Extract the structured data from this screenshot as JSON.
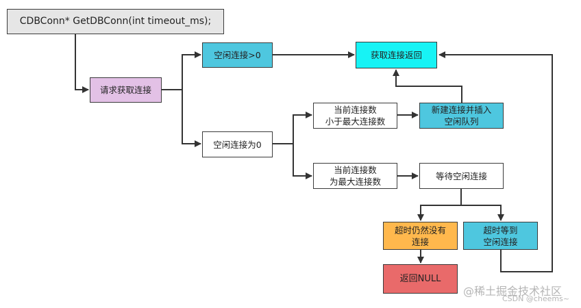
{
  "nodes": {
    "signature": "CDBConn*  GetDBConn(int timeout_ms);",
    "request": "请求获取连接",
    "idle_gt0": "空闲连接>0",
    "return_conn": "获取连接返回",
    "idle_eq0": "空闲连接为0",
    "less_than_max": "当前连接数\n小于最大连接数",
    "new_conn": "新建连接并插入\n空闲队列",
    "equal_max": "当前连接数\n为最大连接数",
    "wait_idle": "等待空闲连接",
    "timeout_none": "超时仍然没有\n连接",
    "timeout_got": "超时等到\n空闲连接",
    "return_null": "返回NULL"
  },
  "colors": {
    "gray": "#e6e6e6",
    "purple": "#e3c1e6",
    "teal": "#4ec7df",
    "cyan": "#17f3f5",
    "white": "#ffffff",
    "orange": "#ffb84d",
    "red": "#e96a6a",
    "line": "#333333"
  },
  "watermarks": {
    "juejin": "@稀土掘金技术社区",
    "csdn": "CSDN @cheems~"
  }
}
